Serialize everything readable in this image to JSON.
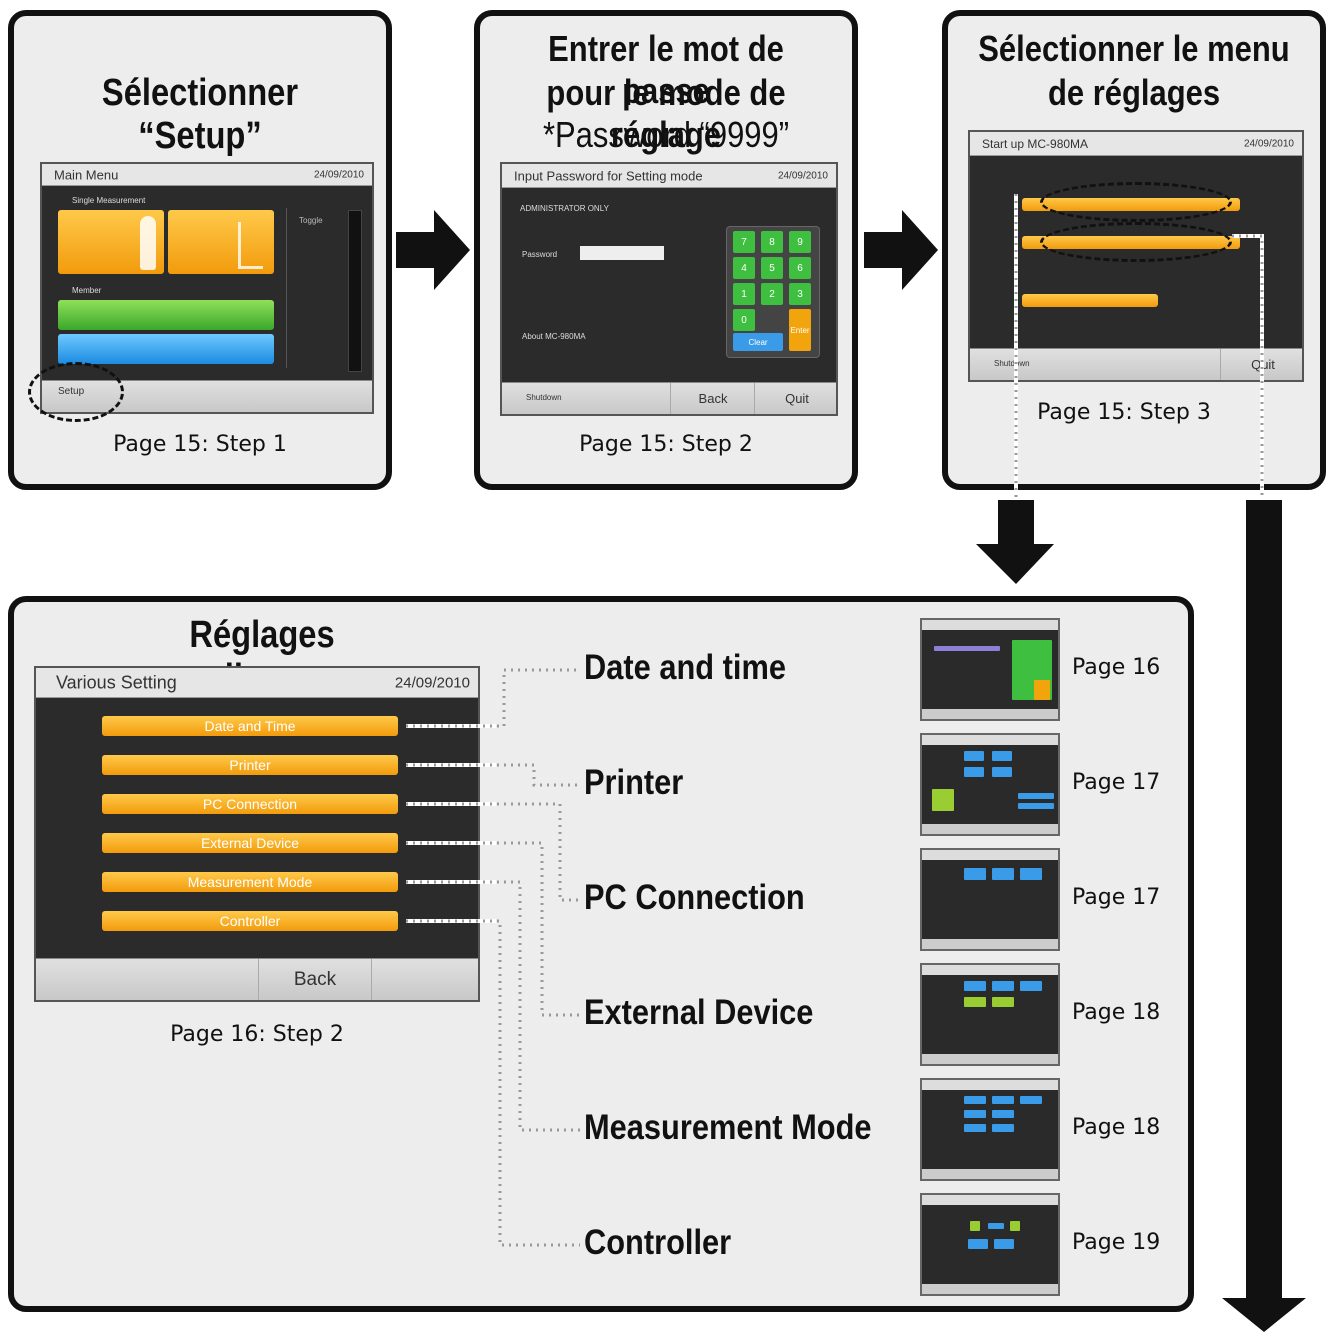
{
  "steps": [
    {
      "title": "Sélectionner “Setup”",
      "caption": "Page 15: Step 1"
    },
    {
      "title_lines": [
        "Entrer le mot de passe",
        "pour le mode de réglage",
        "*Password “9999”"
      ],
      "caption": "Page 15: Step 2"
    },
    {
      "title_lines": [
        "Sélectionner le menu",
        "de réglages"
      ],
      "caption": "Page 15: Step 3"
    }
  ],
  "screen1": {
    "header": "Main Menu",
    "date": "24/09/2010",
    "section1": "Single Measurement",
    "section2": "Member",
    "side_buttons": [
      "Toggle",
      "",
      "",
      "",
      "",
      ""
    ],
    "footer_button": "Setup"
  },
  "screen2": {
    "header": "Input Password for Setting mode",
    "date": "24/09/2010",
    "admin_note": "ADMINISTRATOR ONLY",
    "password_label": "Password",
    "about": "About MC-980MA",
    "keys": [
      "7",
      "8",
      "9",
      "4",
      "5",
      "6",
      "1",
      "2",
      "3",
      "0"
    ],
    "clear_label": "Clear",
    "enter_label": "Enter",
    "footer": {
      "shutdown": "Shutdown",
      "back": "Back",
      "quit": "Quit"
    }
  },
  "screen3": {
    "header": "Start up MC-980MA",
    "date": "24/09/2010",
    "footer": {
      "shutdown": "Shutdown",
      "quit": "Quit"
    }
  },
  "various": {
    "title": "Réglages divers",
    "screen_header": "Various Setting",
    "date": "24/09/2010",
    "bars": [
      "Date and Time",
      "Printer",
      "PC Connection",
      "External Device",
      "Measurement Mode",
      "Controller"
    ],
    "back_label": "Back",
    "caption": "Page 16: Step 2",
    "items": [
      {
        "label": "Date and time",
        "page": "Page 16"
      },
      {
        "label": "Printer",
        "page": "Page 17"
      },
      {
        "label": "PC Connection",
        "page": "Page 17"
      },
      {
        "label": "External Device",
        "page": "Page 18"
      },
      {
        "label": "Measurement Mode",
        "page": "Page 18"
      },
      {
        "label": "Controller",
        "page": "Page 19"
      }
    ]
  }
}
